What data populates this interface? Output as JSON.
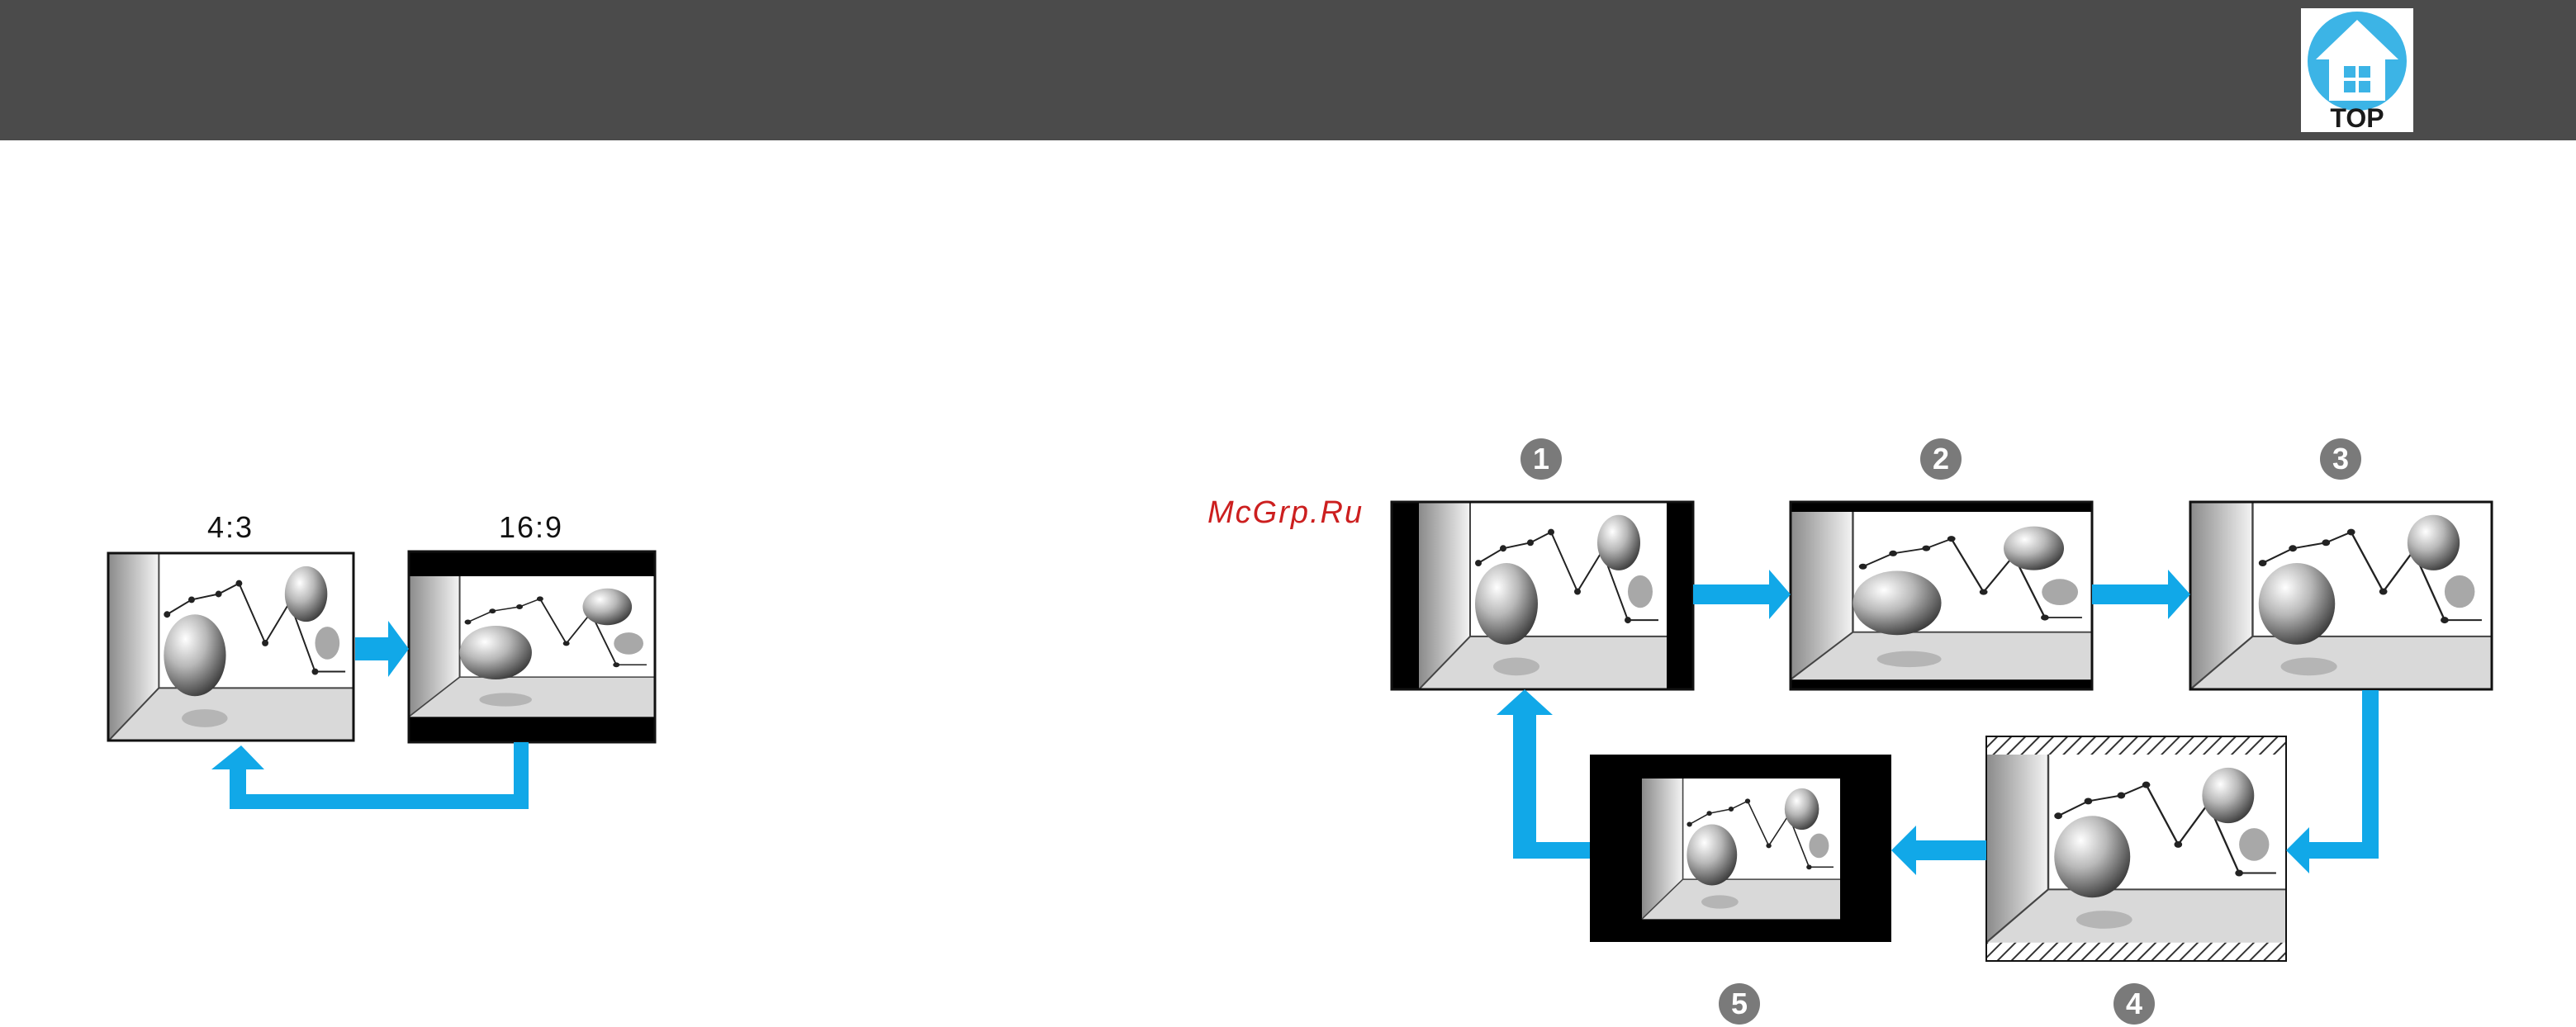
{
  "header": {
    "top_button_label": "TOP"
  },
  "left_figure": {
    "label_a": "4:3",
    "label_b": "16:9"
  },
  "watermark": "McGrp.Ru",
  "right_figure": {
    "steps": [
      "1",
      "2",
      "3",
      "4",
      "5"
    ]
  },
  "colors": {
    "header": "#4b4b4b",
    "arrow": "#11a8e8",
    "top_icon": "#3cb4e6"
  }
}
